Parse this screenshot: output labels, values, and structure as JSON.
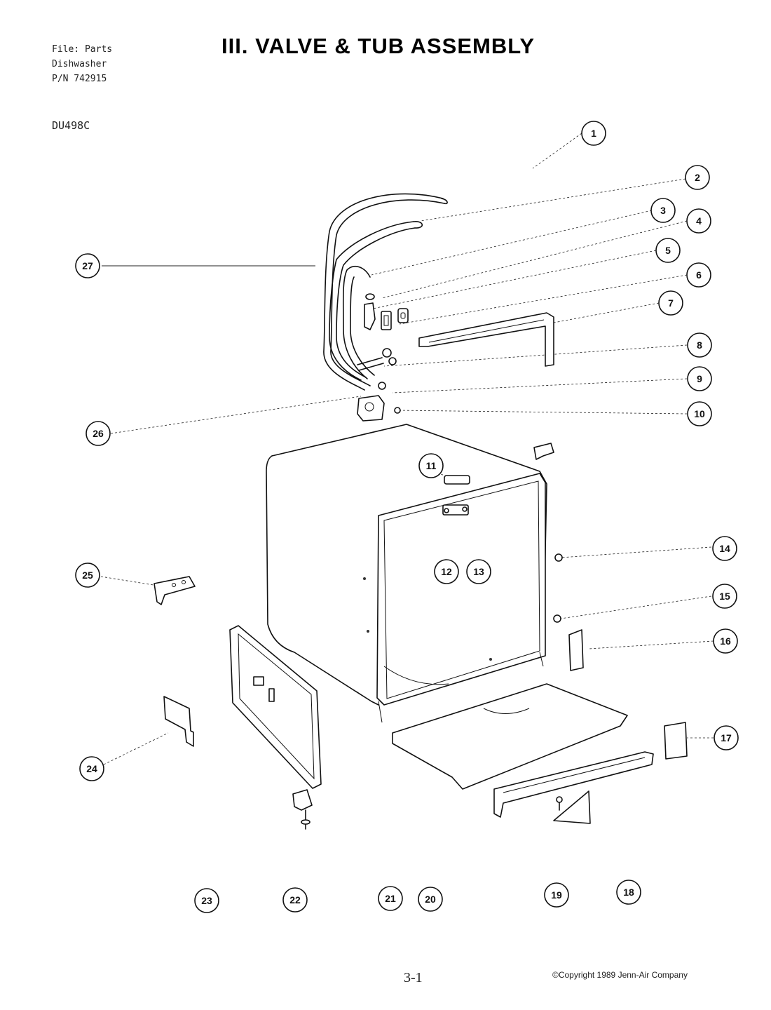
{
  "header": {
    "file_lines": [
      "File: Parts",
      "Dishwasher",
      "P/N 742915"
    ],
    "title": "III. VALVE & TUB ASSEMBLY",
    "model": "DU498C"
  },
  "callouts": [
    {
      "id": "1",
      "label": "1"
    },
    {
      "id": "2",
      "label": "2"
    },
    {
      "id": "3",
      "label": "3"
    },
    {
      "id": "4",
      "label": "4"
    },
    {
      "id": "5",
      "label": "5"
    },
    {
      "id": "6",
      "label": "6"
    },
    {
      "id": "7",
      "label": "7"
    },
    {
      "id": "8",
      "label": "8"
    },
    {
      "id": "9",
      "label": "9"
    },
    {
      "id": "10",
      "label": "10"
    },
    {
      "id": "11",
      "label": "11"
    },
    {
      "id": "12",
      "label": "12"
    },
    {
      "id": "13",
      "label": "13"
    },
    {
      "id": "14",
      "label": "14"
    },
    {
      "id": "15",
      "label": "15"
    },
    {
      "id": "16",
      "label": "16"
    },
    {
      "id": "17",
      "label": "17"
    },
    {
      "id": "18",
      "label": "18"
    },
    {
      "id": "19",
      "label": "19"
    },
    {
      "id": "20",
      "label": "20"
    },
    {
      "id": "21",
      "label": "21"
    },
    {
      "id": "22",
      "label": "22"
    },
    {
      "id": "23",
      "label": "23"
    },
    {
      "id": "24",
      "label": "24"
    },
    {
      "id": "25",
      "label": "25"
    },
    {
      "id": "26",
      "label": "26"
    },
    {
      "id": "27",
      "label": "27"
    }
  ],
  "footer": {
    "page_number": "3-1",
    "copyright": "©Copyright 1989 Jenn-Air Company"
  }
}
